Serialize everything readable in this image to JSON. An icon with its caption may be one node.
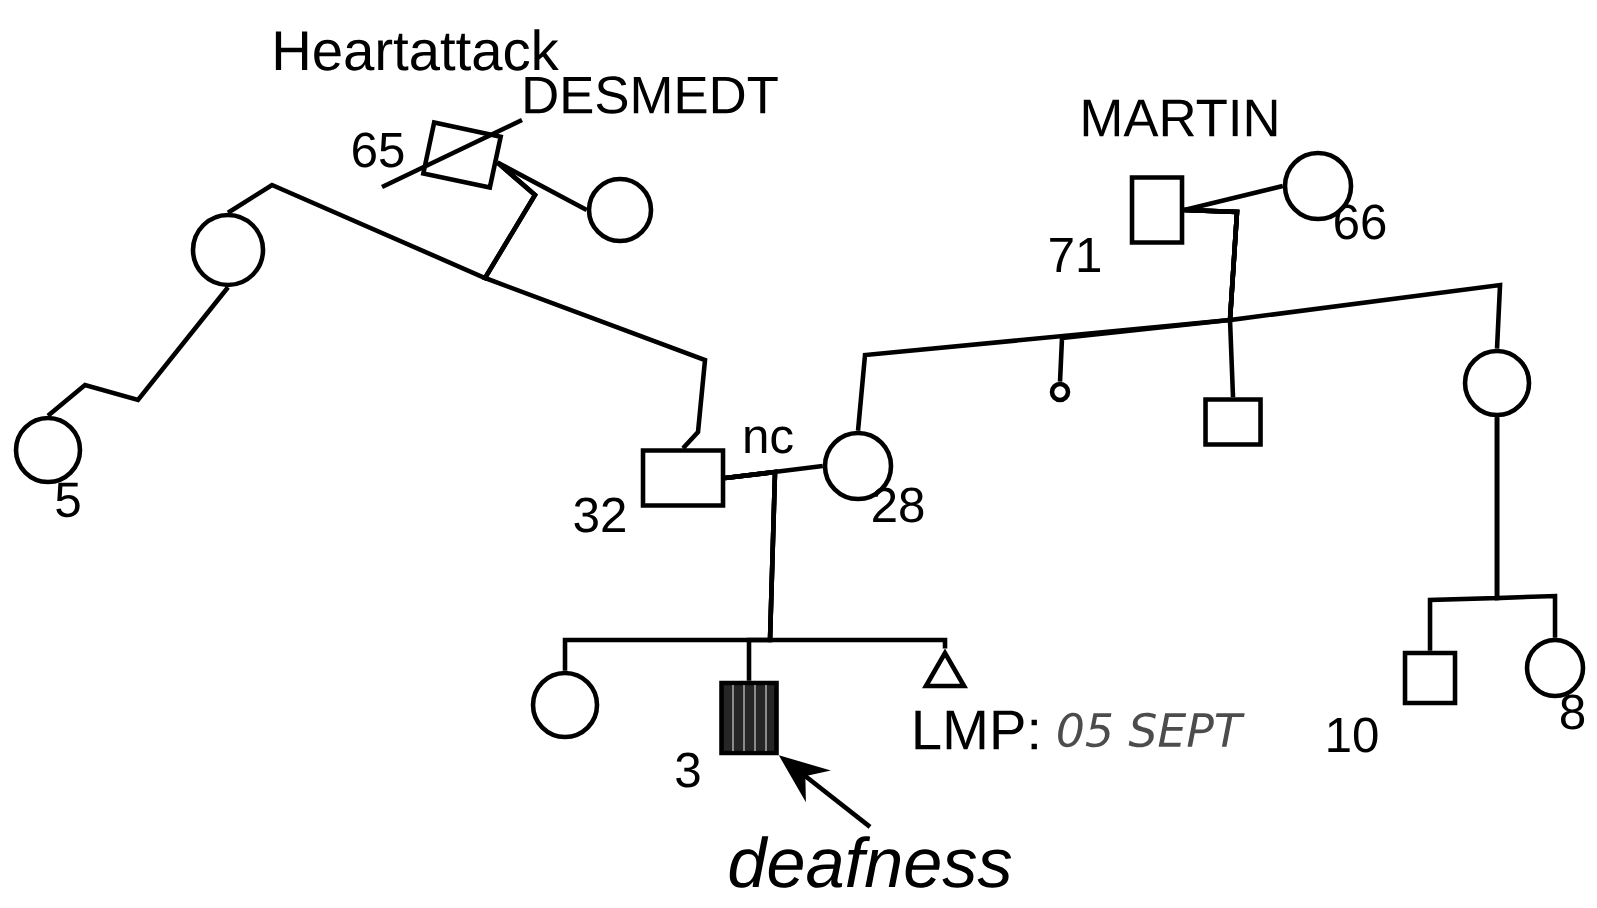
{
  "diagram": {
    "nodes": [
      {
        "text": [],
        "shape": "box",
        "beside": [
          "65",
          "Heartattack",
          "DESMEDT"
        ]
      },
      {
        "text": [],
        "shape": "circle"
      },
      {
        "text": [],
        "shape": "circle"
      },
      {
        "text": [],
        "shape": "circle",
        "beside": [
          "5"
        ]
      },
      {
        "text": [],
        "shape": "box",
        "beside": [
          "32"
        ]
      },
      {
        "text": [],
        "shape": "circle",
        "beside": [
          "28"
        ]
      },
      {
        "text": [],
        "shape": "box",
        "beside": [
          "71",
          "MARTIN"
        ]
      },
      {
        "text": [],
        "shape": "circle",
        "beside": [
          "66"
        ]
      },
      {
        "text": [],
        "shape": "circle"
      },
      {
        "text": [],
        "shape": "box"
      },
      {
        "text": [],
        "shape": "circle"
      },
      {
        "text": [],
        "shape": "circle"
      },
      {
        "text": [],
        "shape": "box",
        "beside": [
          "3"
        ]
      },
      {
        "text": [],
        "shape": "triangle",
        "beside": [
          "LMP:",
          "05 SEPT"
        ]
      },
      {
        "text": [],
        "shape": "box",
        "beside": [
          "10"
        ]
      },
      {
        "text": [],
        "shape": "circle",
        "beside": [
          "8"
        ]
      },
      {
        "text": [
          "deafness"
        ]
      }
    ],
    "edges": [
      {
        "from": 0,
        "to": 1,
        "arrow": "none"
      },
      {
        "from": 0,
        "to": 2,
        "arrow": "none"
      },
      {
        "from": 0,
        "to": 4,
        "arrow": "none"
      },
      {
        "from": 2,
        "to": 3,
        "arrow": "none"
      },
      {
        "from": 4,
        "to": 5,
        "arrow": "none",
        "label": "nc"
      },
      {
        "from": 6,
        "to": 7,
        "arrow": "none"
      },
      {
        "from": 6,
        "to": 5,
        "arrow": "none"
      },
      {
        "from": 6,
        "to": 8,
        "arrow": "none"
      },
      {
        "from": 6,
        "to": 9,
        "arrow": "none"
      },
      {
        "from": 6,
        "to": 10,
        "arrow": "none"
      },
      {
        "from": 4,
        "to": 11,
        "arrow": "none"
      },
      {
        "from": 4,
        "to": 12,
        "arrow": "none"
      },
      {
        "from": 4,
        "to": 13,
        "arrow": "none"
      },
      {
        "from": 10,
        "to": 14,
        "arrow": "none"
      },
      {
        "from": 10,
        "to": 15,
        "arrow": "none"
      },
      {
        "from": 16,
        "to": 12,
        "arrow": "to"
      }
    ]
  }
}
